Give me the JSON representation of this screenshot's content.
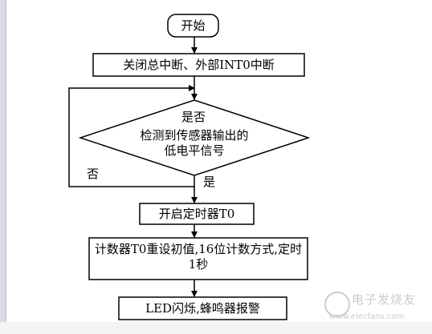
{
  "nodes": {
    "start": "开始",
    "disable_interrupts": "关闭总中断、外部INT0中断",
    "decision": "检测到传感器输出的低电平信号",
    "start_timer": "开启定时器T0",
    "timer_setup": "计数器T0重设初值,16位计数方式,定时1秒",
    "alarm": "LED闪烁,蜂鸣器报警"
  },
  "edge_labels": {
    "decision_top": "是否",
    "loop_no": "否",
    "yes": "是"
  },
  "watermark": {
    "text": "电子发烧友",
    "url": "www.elecfans.com"
  },
  "colors": {
    "line": "#000000",
    "frame": "#d9dde3",
    "watermark": "#c9ccd1"
  }
}
